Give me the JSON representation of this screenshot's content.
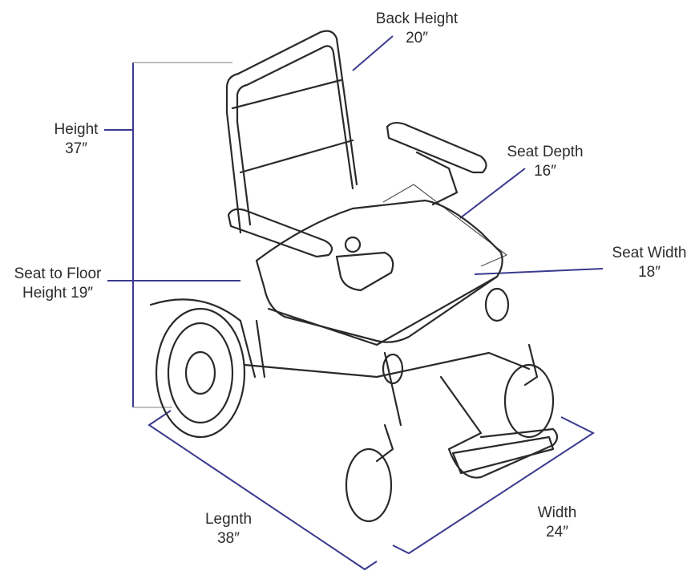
{
  "colors": {
    "dimension_line": "#3b3a8f",
    "outline": "#2a2a2a",
    "text": "#2c2c2c"
  },
  "labels": {
    "back_height": {
      "name": "Back Height",
      "value": "20″"
    },
    "height": {
      "name": "Height",
      "value": "37″"
    },
    "seat_depth": {
      "name": "Seat Depth",
      "value": "16″"
    },
    "seat_to_floor": {
      "name": "Seat to Floor",
      "value": "Height 19″"
    },
    "seat_width": {
      "name": "Seat Width",
      "value": "18″"
    },
    "length": {
      "name": "Legnth",
      "value": "38″"
    },
    "width": {
      "name": "Width",
      "value": "24″"
    }
  }
}
